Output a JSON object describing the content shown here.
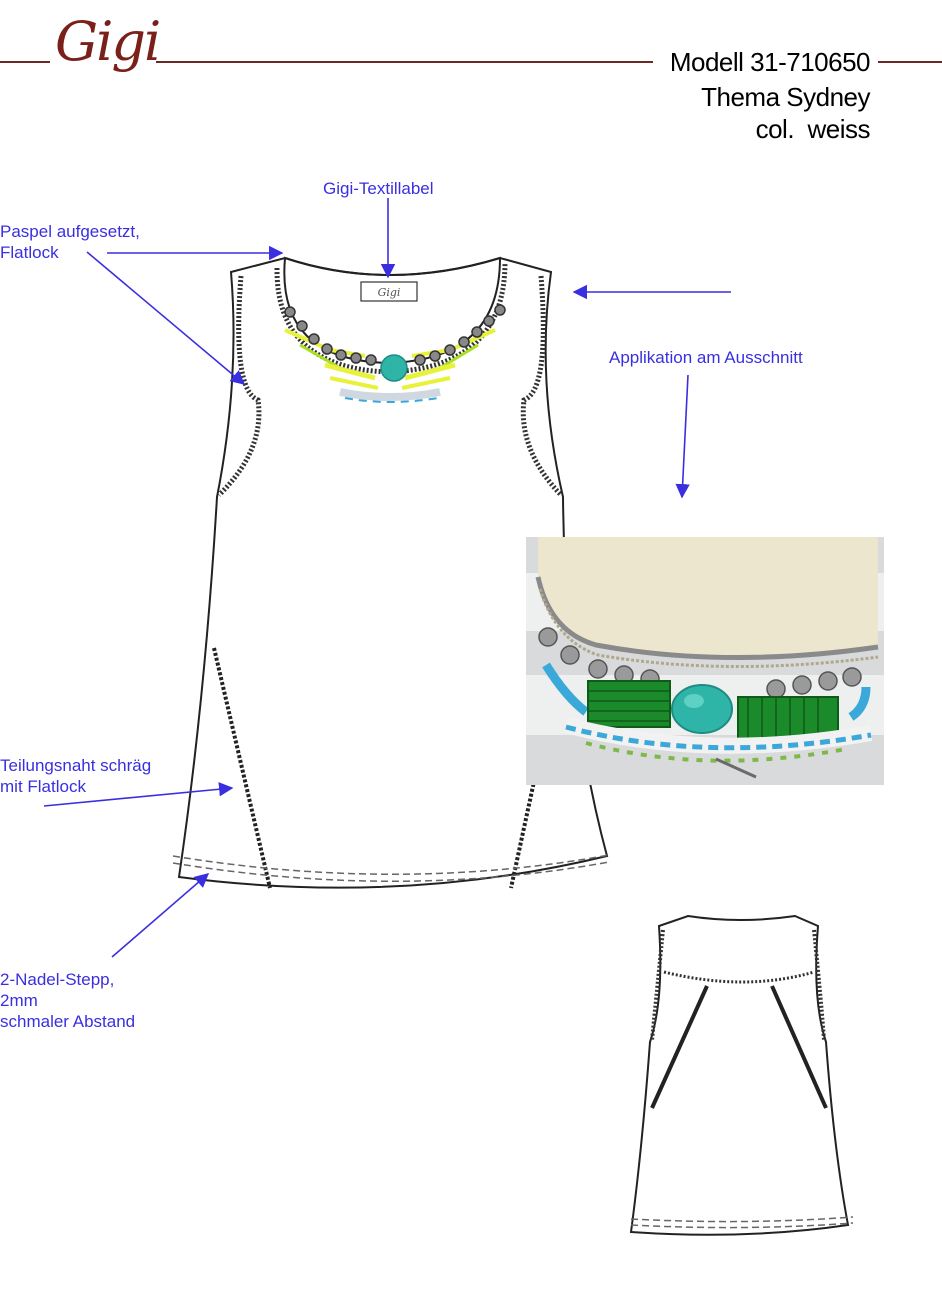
{
  "logo": {
    "text": "Gigi"
  },
  "header": {
    "model": "Modell 31-710650",
    "theme": "Thema Sydney",
    "color": "col.  weiss"
  },
  "annotations": {
    "textile_label": "Gigi-Textillabel",
    "piping": [
      "Paspel aufgesetzt,",
      "Flatlock"
    ],
    "application": "Applikation am Ausschnitt",
    "seam": [
      "Teilungsnaht schräg",
      "mit Flatlock"
    ],
    "stitch": [
      "2-Nadel-Stepp,",
      "2mm",
      "schmaler Abstand"
    ]
  },
  "label_text": "Gigi",
  "colors": {
    "annotation": "#3a2fe0",
    "brand": "#7a1f1a",
    "rule": "#6b2a22",
    "bead_yellow": "#e8f23a",
    "bead_turquoise": "#2fb4a8",
    "bead_green": "#1a8a2a",
    "bead_blue": "#3aa8d8"
  }
}
